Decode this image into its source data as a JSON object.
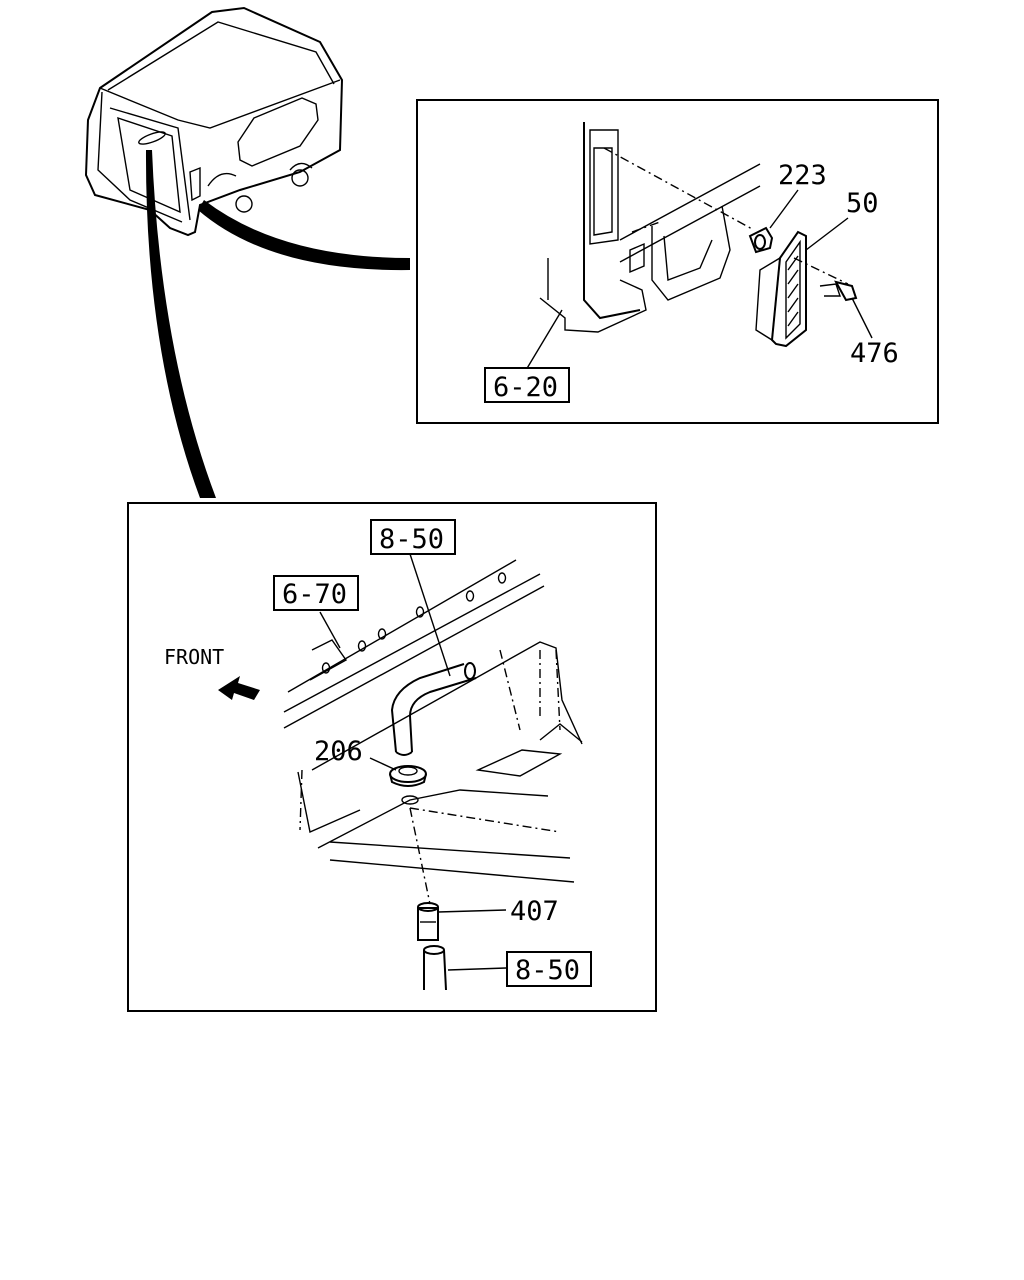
{
  "callouts": {
    "p223": "223",
    "p50": "50",
    "p476": "476",
    "ref_6_20": "6-20",
    "ref_8_50_top": "8-50",
    "ref_6_70": "6-70",
    "front": "FRONT",
    "p206": "206",
    "p407": "407",
    "ref_8_50_bottom": "8-50"
  }
}
